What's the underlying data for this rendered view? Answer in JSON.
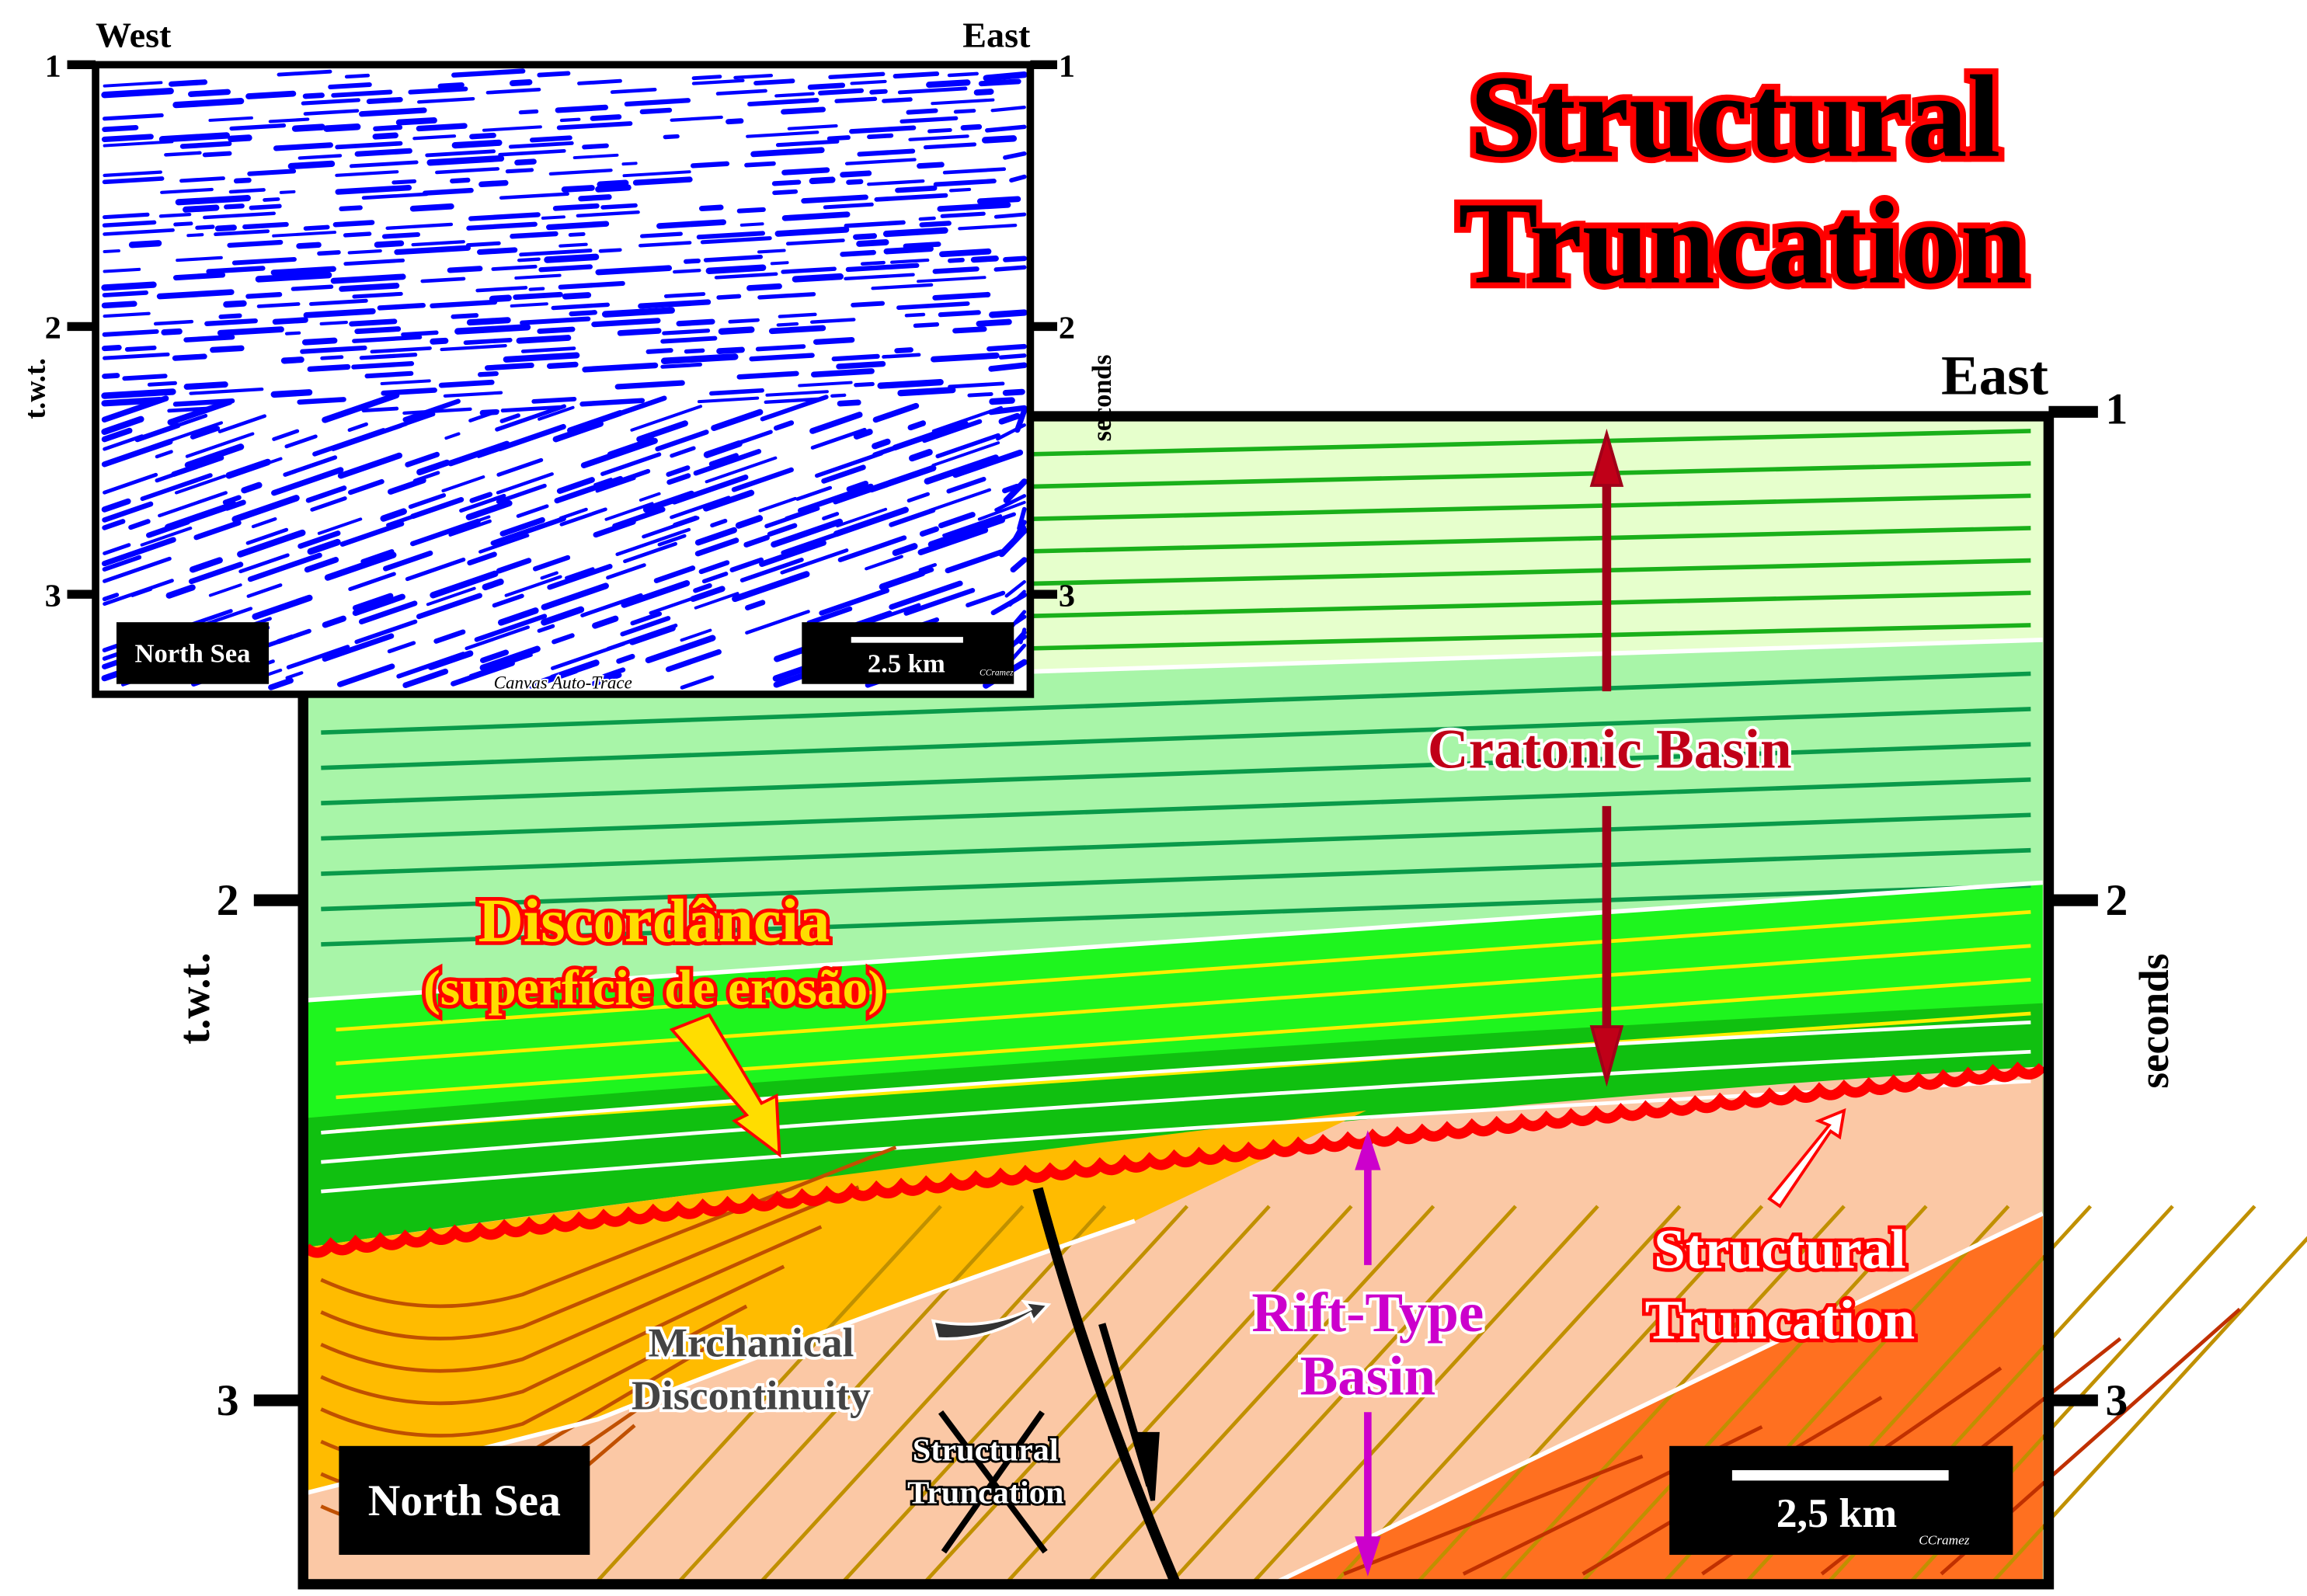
{
  "title": {
    "line1": "Structural",
    "line2": "Truncation"
  },
  "seismic_inset": {
    "west_label": "West",
    "east_label": "East",
    "left_axis_label": "t.w.t.",
    "right_axis_label": "seconds",
    "ticks_left": [
      "1",
      "2",
      "3"
    ],
    "ticks_right": [
      "1",
      "2",
      "3"
    ],
    "location_label": "North Sea",
    "scale_label": "2.5 km",
    "credit": "CCramez",
    "processing_label": "Canvas Auto-Trace"
  },
  "interpretation": {
    "east_label": "East",
    "left_axis_label": "t.w.t.",
    "right_axis_label": "seconds",
    "ticks_left": [
      "2",
      "3"
    ],
    "ticks_right": [
      "1",
      "2",
      "3"
    ],
    "cratonic_label": "Cratonic Basin",
    "discordancia_line1": "Discordância",
    "discordancia_line2": "(superfície de erosão)",
    "rift_line1": "Rift-Type",
    "rift_line2": "Basin",
    "truncation_line1": "Structural",
    "truncation_line2": "Truncation",
    "mechanical_line1": "Mrchanical",
    "mechanical_line2": "Discontinuity",
    "crossed_line1": "Structural",
    "crossed_line2": "Truncation",
    "location_label": "North Sea",
    "scale_label": "2,5 km",
    "credit": "CCramez"
  },
  "colors": {
    "title_red": "#ff0000",
    "seismic_blue": "#0000ff",
    "cratonic_red": "#c00018",
    "rift_magenta": "#cc00cc"
  }
}
